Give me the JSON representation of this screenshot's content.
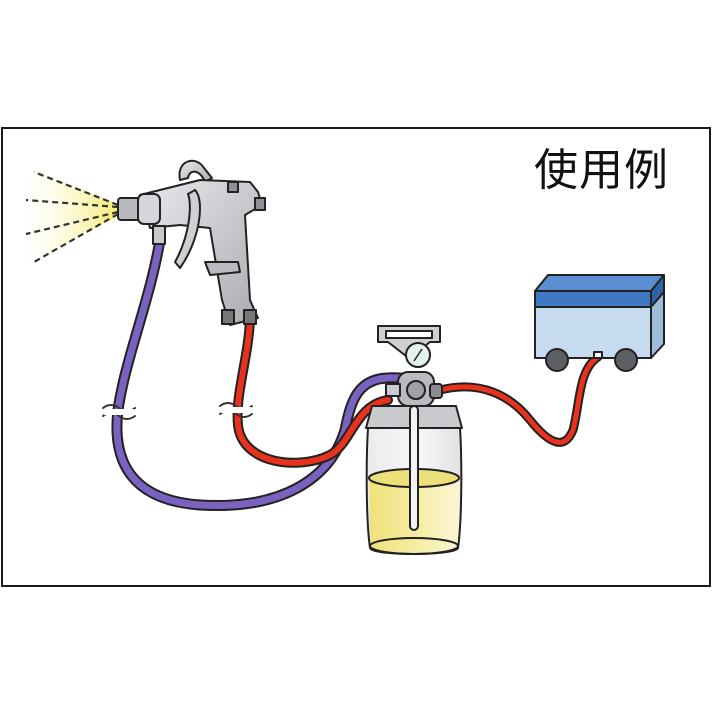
{
  "diagram": {
    "title": "使用例",
    "description": "Usage example: spray gun connected via hoses to a pressure-feed paint tank and an air compressor",
    "components": [
      {
        "id": "spray-gun",
        "label": "spray gun"
      },
      {
        "id": "spray-mist",
        "label": "paint spray"
      },
      {
        "id": "fluid-hose",
        "label": "purple fluid hose",
        "color": "#7a62c0"
      },
      {
        "id": "air-hose-gun",
        "label": "red air hose (gun)",
        "color": "#e8321e"
      },
      {
        "id": "pressure-tank",
        "label": "pressure feed tank with gauge and regulator"
      },
      {
        "id": "paint",
        "label": "yellow paint in tank",
        "color": "#f2e88a"
      },
      {
        "id": "air-hose-compressor",
        "label": "red air hose (compressor)",
        "color": "#e8321e"
      },
      {
        "id": "compressor",
        "label": "air compressor",
        "color": "#3f78c2"
      }
    ],
    "colors": {
      "frame": "#1a1a1a",
      "hose_purple": "#7a62c0",
      "hose_red": "#e8321e",
      "gun_silver": "#c9cbd0",
      "compressor_top": "#3f78c2",
      "compressor_body": "#c6dbf0",
      "paint_yellow": "#f2e88a",
      "spray_yellow": "#f7ef9c"
    }
  }
}
